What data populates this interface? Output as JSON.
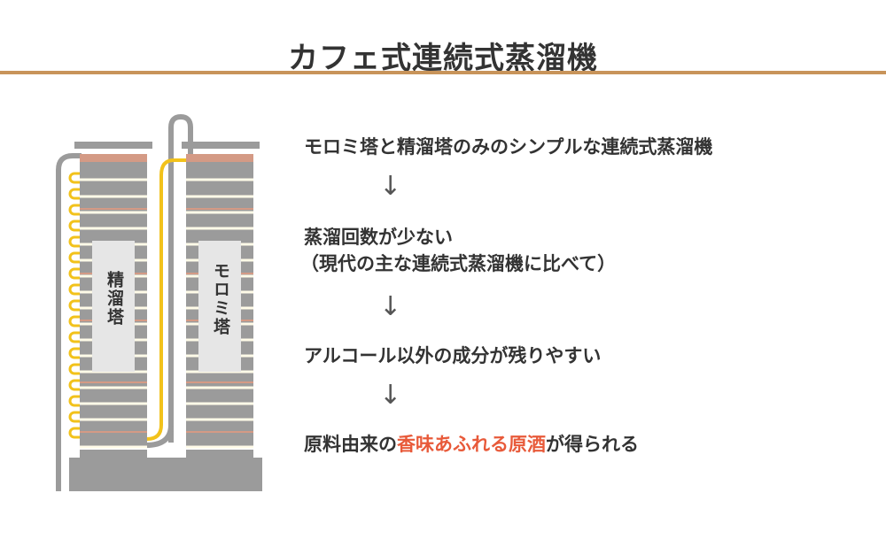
{
  "title": "カフェ式連続式蒸溜機",
  "colors": {
    "title_rule": "#c8945a",
    "column_gray": "#9b9b9b",
    "tray_line": "#fffbe8",
    "copper_band": "#d49a85",
    "yellow_pipe": "#f2c21b",
    "label_panel": "#e6e6e6",
    "highlight_text": "#e85a3a",
    "text": "#333333"
  },
  "diagram": {
    "columns": [
      {
        "label": "精溜塔",
        "role": "rectifier"
      },
      {
        "label": "モロミ塔",
        "role": "analyzer"
      }
    ]
  },
  "steps": [
    {
      "text": "モロミ塔と精溜塔のみのシンプルな連続式蒸溜機"
    },
    {
      "line1": "蒸溜回数が少ない",
      "line2": "（現代の主な連続式蒸溜機に比べて）"
    },
    {
      "text": "アルコール以外の成分が残りやすい"
    },
    {
      "before": "原料由来の",
      "highlight": "香味あふれる原酒",
      "after": "が得られる"
    }
  ],
  "arrow_glyph": "↓"
}
